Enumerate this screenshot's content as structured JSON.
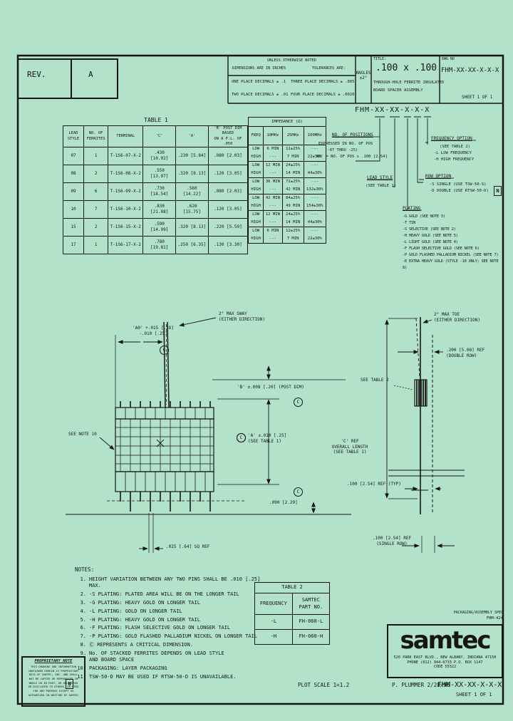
{
  "colors": {
    "background": "#b2e2ca",
    "ink": "#161616"
  },
  "rev": {
    "label": "REV.",
    "value": "A"
  },
  "tolerance_block": {
    "unless": "UNLESS OTHERWISE NOTED",
    "dims": "DIMENSIONS ARE IN INCHES",
    "tols": "TOLERANCES ARE:",
    "one": "ONE PLACE DECIMALS ± .1",
    "two": "TWO PLACE DECIMALS ± .01",
    "three": "THREE PLACE DECIMALS ± .005",
    "four": "FOUR PLACE DECIMALS ± .0020",
    "angles": "ANGLES\n±2°"
  },
  "title_block": {
    "title_label": "TITLE:",
    "title_main": ".100 x .100",
    "title_sub1": "THROUGH-HOLE FERRITE INSULATED",
    "title_sub2": "BOARD SPACER ASSEMBLY",
    "dwg_label": "DWG NO",
    "dwg_no": "FHM-XX-XX-X-X-X",
    "sheet": "SHEET 1 OF 1"
  },
  "part_number": {
    "display": "FHM-XX-XX-X-X-X",
    "positions": {
      "title": "NO. OF POSITIONS",
      "line1": "EXPRESSED IN NO. OF POS",
      "line2": "(-07 THRU -25)",
      "line3": "'A0' = NO. OF POS x .100 [2.54]"
    },
    "frequency": {
      "title": "FREQUENCY OPTION",
      "line1": "(SEE TABLE 2)",
      "line2": "-L LOW FREQUENCY",
      "line3": "-H HIGH FREQUENCY"
    },
    "lead_style": {
      "title": "LEAD STYLE",
      "line1": "(SEE TABLE 1)"
    },
    "row_option": {
      "title": "ROW OPTION",
      "line1": "-S SINGLE (USE TSW-50-S)",
      "line2": "-D DOUBLE (USE RTSW-50-D)",
      "flag": "N"
    },
    "plating": {
      "title": "PLATING",
      "items": [
        {
          "text": "-G GOLD (SEE NOTE 3)"
        },
        {
          "text": "-T TIN"
        },
        {
          "text": "-S SELECTIVE (SEE NOTE 2)"
        },
        {
          "text": "-H HEAVY GOLD (SEE NOTE 5)"
        },
        {
          "text": "-L LIGHT GOLD (SEE NOTE 4)"
        },
        {
          "text": "-F FLASH SELECTIVE GOLD (SEE NOTE 6)"
        },
        {
          "text": "-P GOLD FLASHED PALLADIUM NICKEL (SEE NOTE 7)"
        },
        {
          "text": "-E EXTRA HEAVY GOLD (STYLE -10 ONLY; SEE NOTE 8)"
        }
      ]
    }
  },
  "table1": {
    "title": "TABLE 1",
    "h_style": "LEAD\nSTYLE",
    "h_ferrites": "NO. OF\nFERRITES",
    "h_terminal": "TERMINAL",
    "h_c": "'C'",
    "h_a": "'A'",
    "h_b": "'B' POST DIM BASED\nON A P.L. OF .050",
    "rows": [
      {
        "style": "07",
        "ferrites": "1",
        "terminal": "T-1S6-07-X-2",
        "c": ".430 [10.92]",
        "a": ".230 [5.84]",
        "b": ".080 [2.03]"
      },
      {
        "style": "08",
        "ferrites": "2",
        "terminal": "T-1S6-08-X-2",
        "c": ".550 [13.97]",
        "a": ".320 [8.13]",
        "b": ".120 [3.05]"
      },
      {
        "style": "09",
        "ferrites": "6",
        "terminal": "T-1S6-09-X-2",
        "c": ".730 [18.54]",
        "a": ".560 [14.22]",
        "b": ".080 [2.03]"
      },
      {
        "style": "10",
        "ferrites": "7",
        "terminal": "T-1S6-10-X-2",
        "c": ".830 [21.08]",
        "a": ".620 [15.75]",
        "b": ".120 [3.05]"
      },
      {
        "style": "15",
        "ferrites": "2",
        "terminal": "T-1S6-15-X-2",
        "c": ".590 [14.99]",
        "a": ".320 [8.13]",
        "b": ".220 [5.59]"
      },
      {
        "style": "17",
        "ferrites": "1",
        "terminal": "T-1S6-17-X-2",
        "c": ".780 [19.81]",
        "a": ".250 [6.35]",
        "b": ".130 [3.30]"
      }
    ]
  },
  "impedance": {
    "title": "IMPEDANCE (Ω)",
    "freq_header": "FREQ",
    "col_10": "10MHz",
    "col_25": "25MHz",
    "col_100": "100MHz",
    "low_label": "LOW",
    "high_label": "HIGH",
    "groups": [
      {
        "l10": "6 MIN",
        "l25": "12±25%",
        "l100": "---",
        "h10": "---",
        "h25": "7 MIN",
        "h100": "22±30%"
      },
      {
        "l10": "12 MIN",
        "l25": "24±25%",
        "l100": "---",
        "h10": "---",
        "h25": "14 MIN",
        "h100": "44±30%"
      },
      {
        "l10": "36 MIN",
        "l25": "72±25%",
        "l100": "---",
        "h10": "---",
        "h25": "42 MIN",
        "h100": "132±30%"
      },
      {
        "l10": "42 MIN",
        "l25": "84±25%",
        "l100": "---",
        "h10": "---",
        "h25": "49 MIN",
        "h100": "154±30%"
      },
      {
        "l10": "12 MIN",
        "l25": "24±25%",
        "l100": "---",
        "h10": "---",
        "h25": "14 MIN",
        "h100": "44±30%"
      },
      {
        "l10": "6 MIN",
        "l25": "12±25%",
        "l100": "---",
        "h10": "---",
        "h25": "7 MIN",
        "h100": "22±30%"
      }
    ]
  },
  "diagram": {
    "sway": "2° MAX SWAY\n(EITHER DIRECTION)",
    "a0": "'A0' +.015 [.38]\n-.010 [.25]",
    "toe": "2° MAX TOE\n(EITHER DIRECTION)",
    "double_row": ".200 [5.08] REF\n(DOUBLE ROW)",
    "b_dim": "'B' ±.008 [.20] (POST DIM)",
    "see_table2": "SEE TABLE 2",
    "see_note10": "SEE NOTE 10",
    "a_dim": "'A' ±.010 [.25]\n(SEE TABLE 1)",
    "c_dim": "'C' REF\nOVERALL LENGTH\n(SEE TABLE 1)",
    "typ_100": ".100 [2.54] REF (TYP)",
    "dim_090": ".090 [2.29]",
    "sq_025": ".025 [.64] SQ REF",
    "single_row": ".100 [2.54] REF\n(SINGLE ROW)",
    "critical_flag": "C"
  },
  "notes": {
    "title": "NOTES:",
    "n_flag": "N",
    "items": [
      {
        "num": "1.",
        "text": "HEIGHT VARIATION BETWEEN ANY TWO PINS SHALL BE .010 [.25] MAX."
      },
      {
        "num": "2.",
        "text": "-S PLATING: PLATED AREA WILL BE ON THE LONGER TAIL"
      },
      {
        "num": "3.",
        "text": "-G PLATING: HEAVY GOLD ON LONGER TAIL"
      },
      {
        "num": "4.",
        "text": "-L PLATING: GOLD ON LONGER TAIL"
      },
      {
        "num": "5.",
        "text": "-H PLATING: HEAVY GOLD ON LONGER TAIL"
      },
      {
        "num": "6.",
        "text": "-F PLATING: FLASH SELECTIVE GOLD ON LONGER TAIL"
      },
      {
        "num": "7.",
        "text": "-P PLATING: GOLD FLASHED PALLADIUM NICKEL ON LONGER TAIL"
      },
      {
        "num": "8.",
        "text": "Ⓒ REPRESENTS A CRITICAL DIMENSION."
      },
      {
        "num": "9.",
        "text": "No. OF STACKED FERRITES DEPENDS ON LEAD STYLE\nAND BOARD SPACE"
      },
      {
        "num": "10.",
        "text": "PACKAGING: LAYER PACKAGING"
      },
      {
        "num": "11.",
        "text": "TSW-50-D MAY BE USED IF RTSW-50-D IS UNAVAILABLE."
      }
    ]
  },
  "table2": {
    "title": "TABLE 2",
    "col1": "FREQUENCY",
    "col2": "SAMTEC\nPART NO.",
    "rows": [
      {
        "freq": "-L",
        "part": "FH-060-L"
      },
      {
        "freq": "-H",
        "part": "FH-060-H"
      }
    ]
  },
  "samtec": {
    "spec": "PACKAGING/ASSEMBLY SPEC",
    "spec_no": "FHM-424",
    "logo": "samtec",
    "address": "520 PARK EAST BLVD., NEW ALBANY, INDIANA 47150",
    "phone": "PHONE (812) 944-6733   P.O. BOX 1147",
    "code": "CODE 55322",
    "drawn": "P. PLUMMER 2/28/96",
    "dwg_no": "FHM-XX-XX-X-X-X",
    "sheet": "SHEET 1 OF 1"
  },
  "footer": {
    "plot_scale": "PLOT SCALE 1=1.2"
  },
  "proprietary": {
    "title": "PROPRIETARY NOTE",
    "body": "THIS DRAWING AND INFORMATION\nCONTAINED HEREIN IS PROPRIETARY\nDATA OF SAMTEC, INC. AND SHALL\nNOT BE COPIED OR REPRODUCED IN\nWHOLE OR IN PART, OR DELIVERED\nOR DISCLOSED TO OTHERS, OR USED\nFOR ANY PURPOSE EXCEPT AS\nAUTHORIZED IN WRITING BY SAMTEC"
  }
}
